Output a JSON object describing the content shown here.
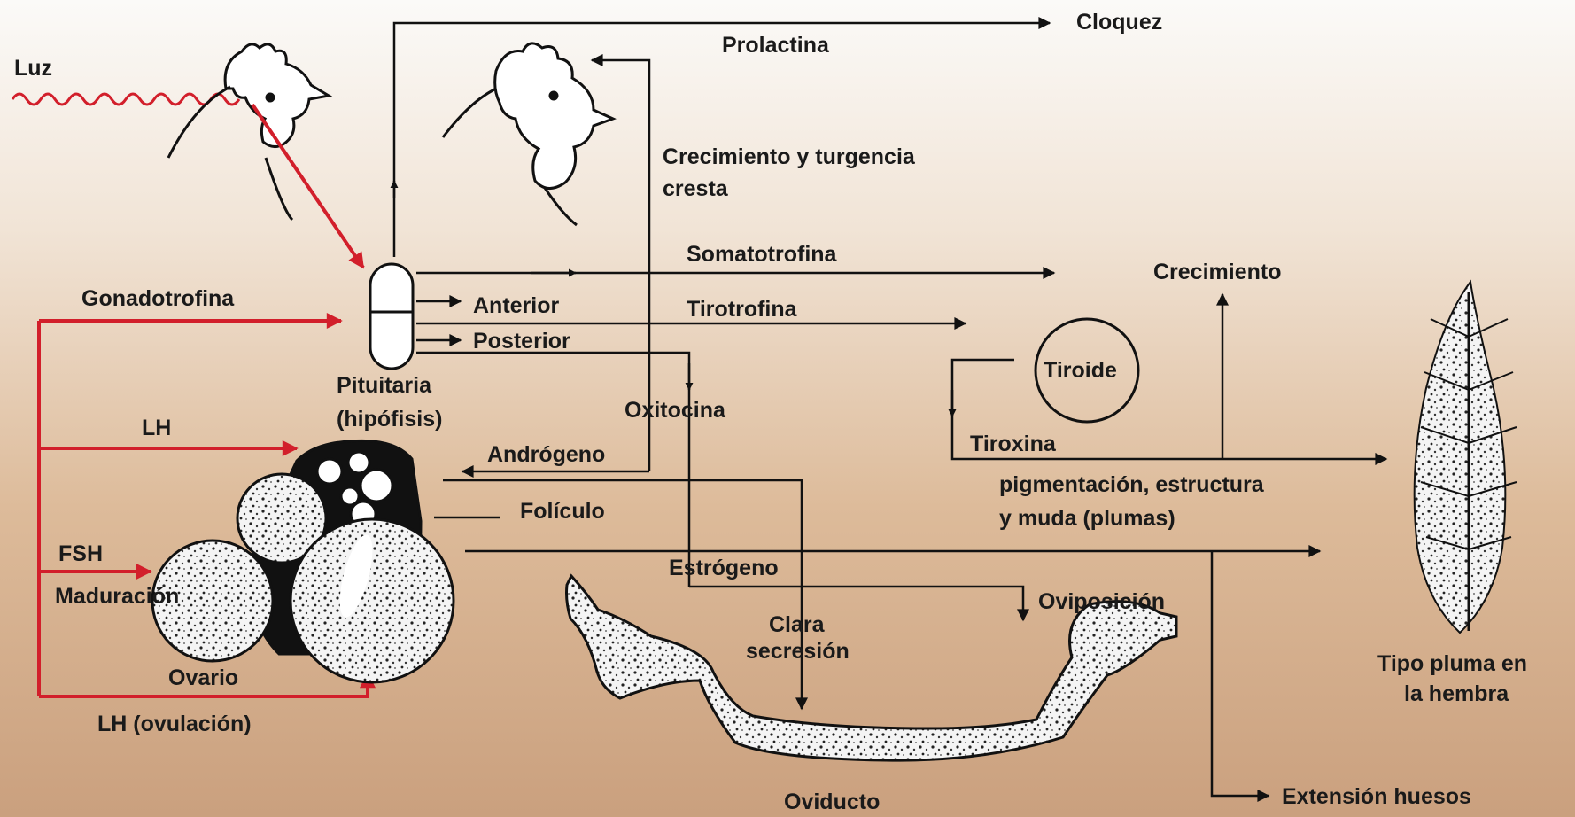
{
  "colors": {
    "red": "#d21f2b",
    "black": "#111111"
  },
  "labels": {
    "luz": "Luz",
    "cloquez": "Cloquez",
    "prolactina": "Prolactina",
    "crecimiento_cresta_1": "Crecimiento y turgencia",
    "crecimiento_cresta_2": "cresta",
    "somatotrofina": "Somatotrofina",
    "crecimiento": "Crecimiento",
    "gonadotrofina": "Gonadotrofina",
    "anterior": "Anterior",
    "tirotrofina": "Tirotrofina",
    "posterior": "Posterior",
    "tiroide": "Tiroide",
    "pituitaria": "Pituitaria",
    "hipofisis": "(hipófisis)",
    "oxitocina": "Oxitocina",
    "lh": "LH",
    "tiroxina": "Tiroxina",
    "androgeno": "Andrógeno",
    "pigmentacion_1": "pigmentación, estructura",
    "pigmentacion_2": "y muda (plumas)",
    "foliculo": "Folículo",
    "fsh": "FSH",
    "estrogeno": "Estrógeno",
    "maduracion": "Maduración",
    "oviposicion": "Oviposición",
    "clara_1": "Clara",
    "clara_2": "secresión",
    "ovario": "Ovario",
    "tipo_pluma_1": "Tipo pluma en",
    "tipo_pluma_2": "la hembra",
    "lh_ovulacion": "LH (ovulación)",
    "oviducto": "Oviducto",
    "extension_huesos": "Extensión huesos"
  },
  "icons": [
    "hen-head-icon",
    "rooster-head-icon",
    "pituitary-gland-icon",
    "ovary-icon",
    "oviduct-icon",
    "feather-icon",
    "thyroid-icon"
  ]
}
